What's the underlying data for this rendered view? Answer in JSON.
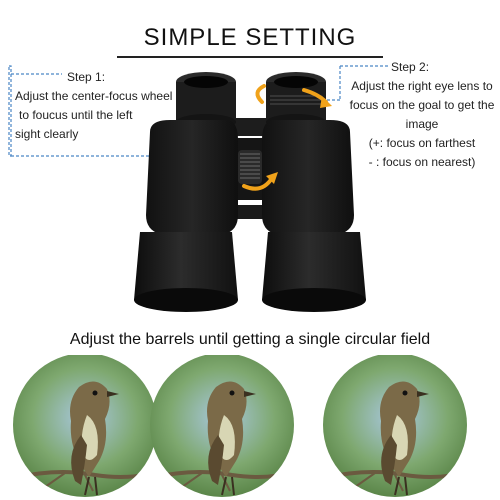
{
  "title": "SIMPLE SETTING",
  "step1": {
    "heading": "Step 1:",
    "lines": [
      "Adjust the center-focus wheel",
      "to foucus until the left",
      "sight clearly"
    ]
  },
  "step2": {
    "heading": "Step 2:",
    "lines": [
      "Adjust  the right eye lens to",
      "focus on the goal  to get the",
      "image",
      "(+: focus on farthest",
      "- : focus on nearest)"
    ]
  },
  "diopter_marks": {
    "plus": "+",
    "minus": "−"
  },
  "caption": "Adjust the barrels until getting a single circular field",
  "colors": {
    "accent": "#4a86c5",
    "arrow": "#f0a21a",
    "body": "#1a1a1a"
  },
  "icons": [
    "binoculars-image",
    "rotate-arrow-icon",
    "bird-photo"
  ]
}
